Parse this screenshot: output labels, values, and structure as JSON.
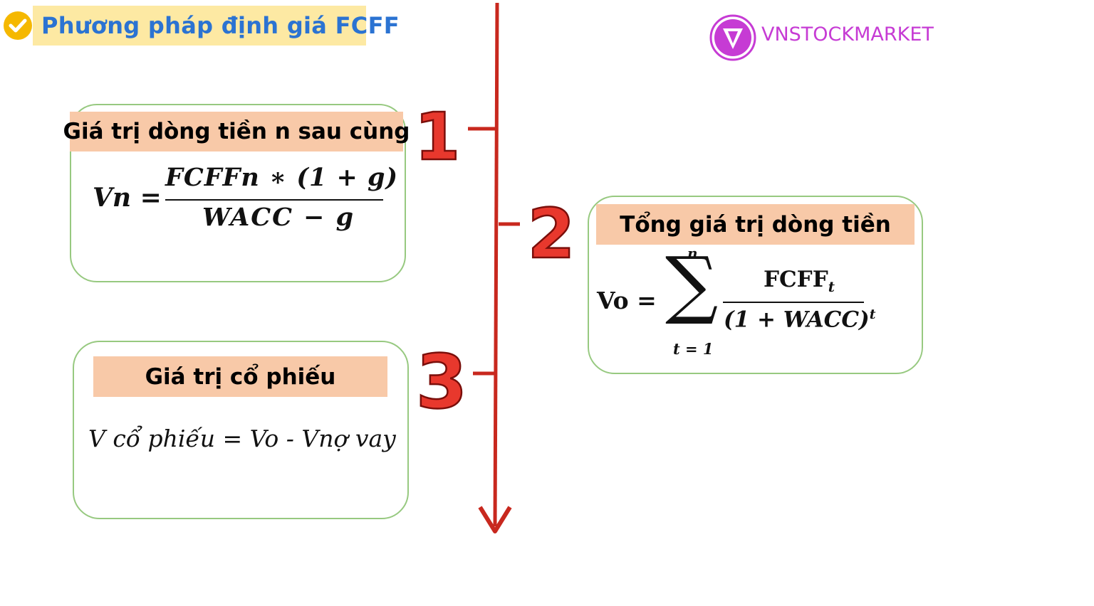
{
  "header": {
    "title": "Phương pháp định giá FCFF",
    "check_icon": "check-circle-icon",
    "accent_bg": "#fde9a3",
    "title_color": "#2b73d2"
  },
  "logo": {
    "text": "VNSTOCKMARKET",
    "icon": "v-triangle-logo-icon",
    "color": "#c63bd4"
  },
  "steps": [
    {
      "number": "1",
      "label": "Giá trị dòng tiền n sau cùng",
      "formula": {
        "lhs": "Vn =",
        "numerator": "FCFFn ∗ (1 + g)",
        "denominator": "WACC − g"
      }
    },
    {
      "number": "2",
      "label": "Tổng giá trị dòng tiền",
      "formula": {
        "lhs": "Vo =",
        "sum_symbol": "∑",
        "sum_upper": "n",
        "sum_lower": "t = 1",
        "numerator": "FCFF",
        "numerator_sub": "t",
        "denominator": "(1 + WACC)",
        "denominator_sup": "t"
      }
    },
    {
      "number": "3",
      "label": "Giá trị cổ phiếu",
      "formula": {
        "text": "V cổ phiếu = Vo - Vnợ vay"
      }
    }
  ],
  "colors": {
    "timeline": "#c8281e",
    "box_border": "#97c980",
    "label_bg": "#f8c9a8",
    "number_fill": "#e8382d"
  }
}
